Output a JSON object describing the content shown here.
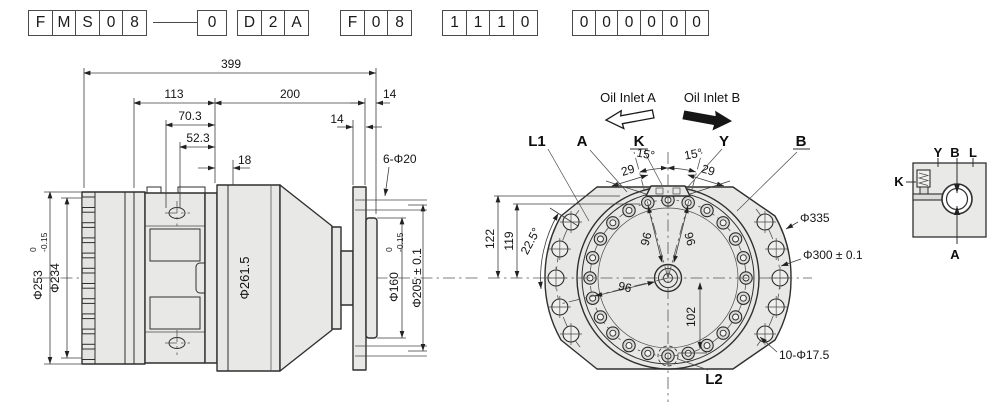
{
  "model_code": {
    "g1": [
      "F",
      "M",
      "S",
      "0",
      "8"
    ],
    "g1_suffix": [
      "0"
    ],
    "g2": [
      "D",
      "2",
      "A"
    ],
    "g3": [
      "F",
      "0",
      "8"
    ],
    "g4": [
      "1",
      "1",
      "1",
      "0"
    ],
    "g5": [
      "0",
      "0",
      "0",
      "0",
      "0",
      "0"
    ]
  },
  "side_view": {
    "d399": "399",
    "d113": "113",
    "d200": "200",
    "d14a": "14",
    "d70": "70.3",
    "d52": "52.3",
    "d18": "18",
    "d14b": "14",
    "holes": "6-Φ20",
    "dia253": "Φ253",
    "dia253_tol_hi": "0",
    "dia253_tol_lo": "-0.15",
    "dia234": "Φ234",
    "dia261": "Φ261.5",
    "dia160": "Φ160",
    "dia160_tol_hi": "0",
    "dia160_tol_lo": "-0.15",
    "dia205": "Φ205 ± 0.1"
  },
  "front_view": {
    "oil_inlet_a": "Oil Inlet A",
    "oil_inlet_b": "Oil Inlet B",
    "port_l1": "L1",
    "port_a": "A",
    "port_k": "K",
    "port_y": "Y",
    "port_b": "B",
    "port_l2": "L2",
    "ang15_left": "15°",
    "ang15_right": "15°",
    "d29_left": "29",
    "d29_right": "29",
    "d122": "122",
    "d119": "119",
    "ang225": "22.5°",
    "d96_a": "96",
    "d96_b": "96",
    "d96_c": "96",
    "d102": "102",
    "dia335": "Φ335",
    "dia300": "Φ300 ± 0.1",
    "holes": "10-Φ17.5"
  },
  "port_schematic": {
    "y": "Y",
    "b": "B",
    "l": "L",
    "k": "K",
    "a": "A"
  }
}
